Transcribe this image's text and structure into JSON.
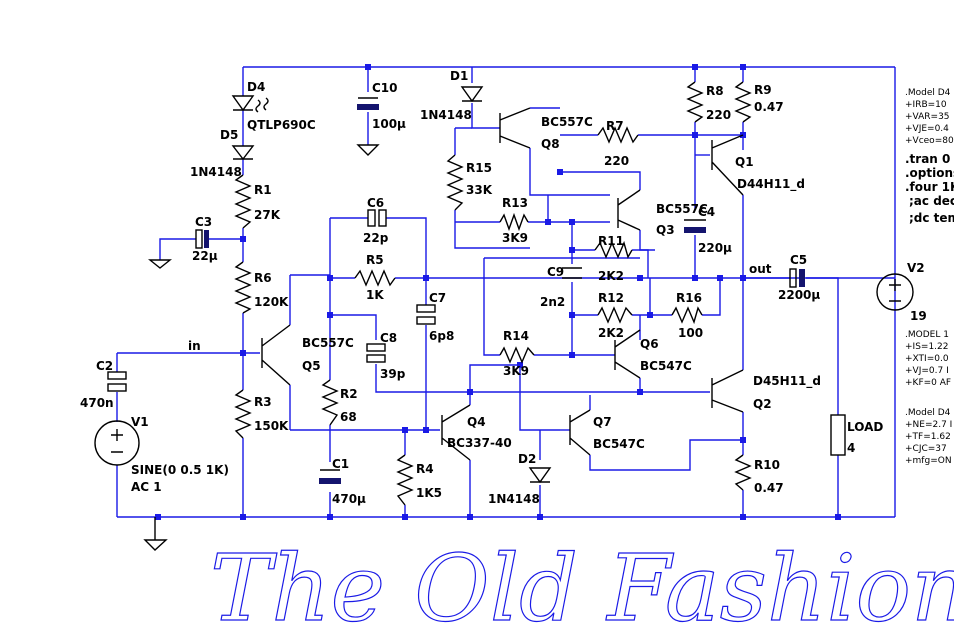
{
  "components": {
    "D4": {
      "ref": "D4",
      "value": "QTLP690C"
    },
    "D5": {
      "ref": "D5",
      "value": "1N4148"
    },
    "D1": {
      "ref": "D1",
      "value": "1N4148"
    },
    "D2": {
      "ref": "D2",
      "value": "1N4148"
    },
    "C10": {
      "ref": "C10",
      "value": "100μ"
    },
    "C3": {
      "ref": "C3",
      "value": "22μ"
    },
    "C6": {
      "ref": "C6",
      "value": "22p"
    },
    "C7": {
      "ref": "C7",
      "value": "6p8"
    },
    "C8": {
      "ref": "C8",
      "value": "39p"
    },
    "C9": {
      "ref": "C9",
      "value": "2n2"
    },
    "C4": {
      "ref": "C4",
      "value": "220μ"
    },
    "C5": {
      "ref": "C5",
      "value": "2200μ"
    },
    "C2": {
      "ref": "C2",
      "value": "470n"
    },
    "C1": {
      "ref": "C1",
      "value": "470μ"
    },
    "R1": {
      "ref": "R1",
      "value": "27K"
    },
    "R6": {
      "ref": "R6",
      "value": "120K"
    },
    "R3": {
      "ref": "R3",
      "value": "150K"
    },
    "R5": {
      "ref": "R5",
      "value": "1K"
    },
    "R2": {
      "ref": "R2",
      "value": "68"
    },
    "R4": {
      "ref": "R4",
      "value": "1K5"
    },
    "R15": {
      "ref": "R15",
      "value": "33K"
    },
    "R13": {
      "ref": "R13",
      "value": "3K9"
    },
    "R14": {
      "ref": "R14",
      "value": "3K9"
    },
    "R7": {
      "ref": "R7",
      "value": "220"
    },
    "R8": {
      "ref": "R8",
      "value": "220"
    },
    "R9": {
      "ref": "R9",
      "value": "0.47"
    },
    "R10": {
      "ref": "R10",
      "value": "0.47"
    },
    "R11": {
      "ref": "R11",
      "value": "2K2"
    },
    "R12": {
      "ref": "R12",
      "value": "2K2"
    },
    "R16": {
      "ref": "R16",
      "value": "100"
    },
    "Q1": {
      "ref": "Q1",
      "value": "D44H11_d"
    },
    "Q2": {
      "ref": "Q2",
      "value": "D45H11_d"
    },
    "Q3": {
      "ref": "Q3",
      "value": "BC557C"
    },
    "Q4": {
      "ref": "Q4",
      "value": "BC337-40"
    },
    "Q5": {
      "ref": "Q5",
      "value": "BC557C"
    },
    "Q6": {
      "ref": "Q6",
      "value": "BC547C"
    },
    "Q7": {
      "ref": "Q7",
      "value": "BC547C"
    },
    "Q8": {
      "ref": "Q8",
      "value": "BC557C"
    },
    "V1": {
      "ref": "V1",
      "value": "SINE(0 0.5 1K)",
      "ac": "AC 1"
    },
    "V2": {
      "ref": "V2",
      "value": "19"
    },
    "LOAD": {
      "ref": "LOAD",
      "value": "4"
    }
  },
  "nets": {
    "in": "in",
    "out": "out"
  },
  "directives": [
    ".Model D4",
    "+IRB=10",
    "+VAR=35",
    "+VJE=0.4",
    "+Vceo=80",
    ".tran 0",
    ".options",
    ".four 1K",
    ";ac dec",
    ";dc tem",
    ".MODEL 1",
    "+IS=1.22",
    "+XTI=0.0",
    "+VJ=0.7 I",
    "+KF=0 AF",
    ".Model D4",
    "+NE=2.7 I",
    "+TF=1.62",
    "+CJC=37",
    "+mfg=ON"
  ],
  "title_text": "The Old Fashion"
}
